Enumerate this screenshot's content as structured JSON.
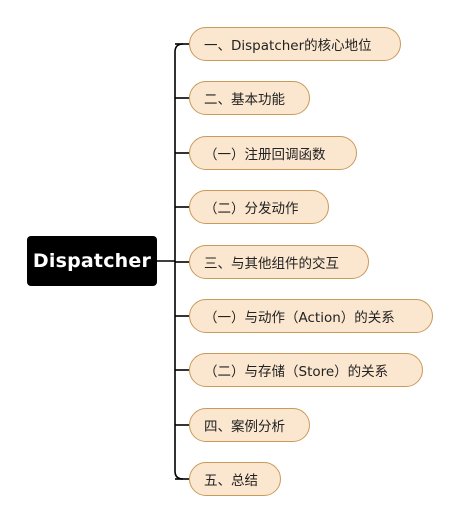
{
  "root": {
    "label": "Dispatcher"
  },
  "nodes": [
    {
      "label": "一、Dispatcher的核心地位"
    },
    {
      "label": "二、基本功能"
    },
    {
      "label": "（一）注册回调函数"
    },
    {
      "label": "（二）分发动作"
    },
    {
      "label": "三、与其他组件的交互"
    },
    {
      "label": "（一）与动作（Action）的关系"
    },
    {
      "label": "（二）与存储（Store）的关系"
    },
    {
      "label": "四、案例分析"
    },
    {
      "label": "五、总结"
    }
  ],
  "colors": {
    "root_fill": "#000000",
    "root_text": "#ffffff",
    "node_fill": "#fbe7cf",
    "node_border": "#c99a5a",
    "connector": "#000000"
  }
}
